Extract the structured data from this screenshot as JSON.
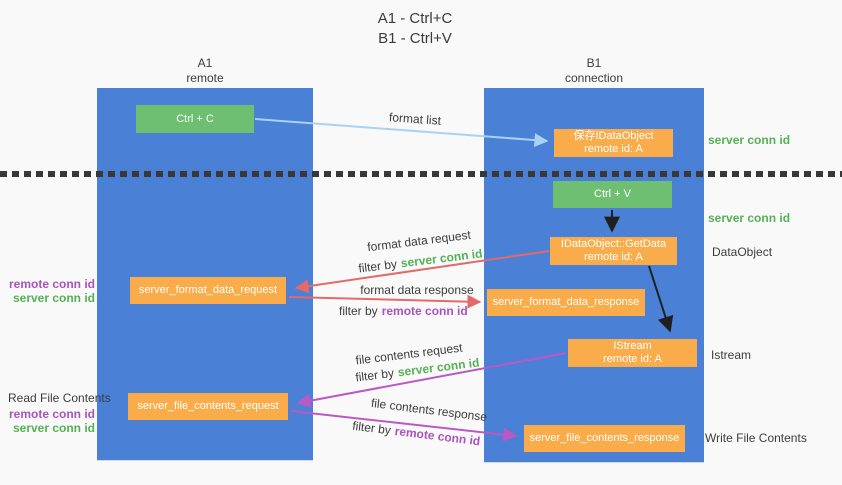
{
  "title": {
    "line1": "A1 - Ctrl+C",
    "line2": "B1 - Ctrl+V"
  },
  "lanes": {
    "left": {
      "name": "A1",
      "role": "remote"
    },
    "right": {
      "name": "B1",
      "role": "connection"
    }
  },
  "boxes": {
    "ctrl_c": {
      "label": "Ctrl + C"
    },
    "ctrl_v": {
      "label": "Ctrl + V"
    },
    "save_dataobject": {
      "line1": "保存IDataObject",
      "line2": "remote id: A"
    },
    "getdata": {
      "line1": "IDataObject::GetData",
      "line2": "remote id: A"
    },
    "istream": {
      "line1": "IStream",
      "line2": "remote id: A"
    },
    "format_request": {
      "label": "server_format_data_request"
    },
    "format_response": {
      "label": "server_format_data_response"
    },
    "file_request": {
      "label": "server_file_contents_request"
    },
    "file_response": {
      "label": "server_file_contents_response"
    }
  },
  "arrow_labels": {
    "format_list": "format list",
    "format_data_request": "format data request",
    "format_data_response": "format data response",
    "file_contents_request": "file contents request",
    "file_contents_response": "file contents response",
    "filter_by": "filter by",
    "server_conn_id": "server conn id",
    "remote_conn_id": "remote conn id"
  },
  "side_labels": {
    "server_conn_id_top": "server conn id",
    "server_conn_id_mid": "server conn id",
    "dataobject": "DataObject",
    "istream": "Istream",
    "read_file_contents": "Read File Contents",
    "write_file_contents": "Write File Contents",
    "remote_conn_id": "remote conn id",
    "server_conn_id": "server conn id"
  },
  "colors": {
    "lane_blue": "#4a80d5",
    "green_box": "#6ebf72",
    "orange_box": "#f9ac49",
    "green_text": "#55b155",
    "purple_text": "#a855bb",
    "red_arrow": "#e46a6a",
    "magenta_arrow": "#bb58c4",
    "light_blue_arrow": "#a9d2f2",
    "black_arrow": "#1f1f1f",
    "background": "#f9f9f9"
  }
}
